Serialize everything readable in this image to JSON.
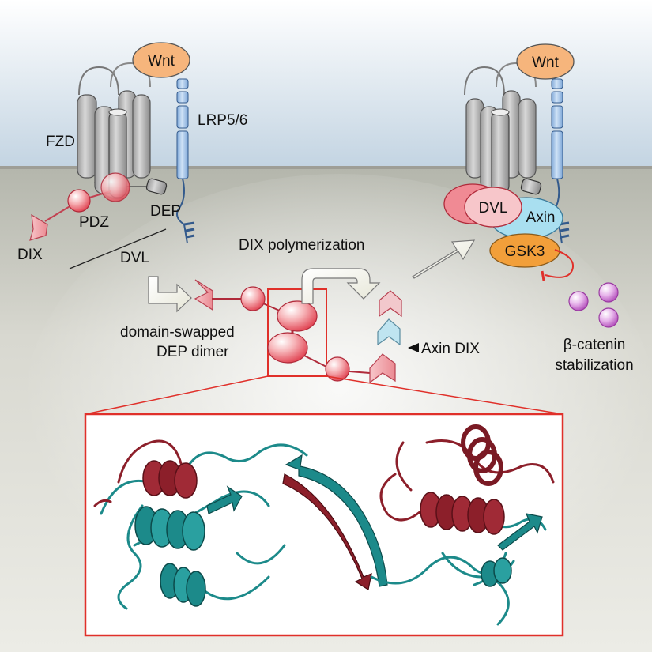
{
  "labels": {
    "wnt_left": "Wnt",
    "wnt_right": "Wnt",
    "lrp": "LRP5/6",
    "fzd": "FZD",
    "dep": "DEP",
    "pdz": "PDZ",
    "dix": "DIX",
    "dvl_left": "DVL",
    "dix_polymerization": "DIX polymerization",
    "domain_swapped_line1": "domain-swapped",
    "domain_swapped_line2": "DEP dimer",
    "axin_dix": "Axin DIX",
    "dvl_right": "DVL",
    "axin": "Axin",
    "gsk3": "GSK3",
    "beta_catenin_line1": "β-catenin",
    "beta_catenin_line2": "stabilization"
  },
  "colors": {
    "wnt_fill": "#f6b57c",
    "dvl_red": "#e8364a",
    "dvl_pink": "#f7c6ca",
    "lrp_blue": "#a8c8ec",
    "axin_blue": "#a9dff0",
    "gsk3_orange": "#f29f3a",
    "beta_catenin_purple": "#c060c8",
    "box_red": "#e0302a",
    "protein_teal": "#1c8a8a",
    "protein_maroon": "#8c1f2a"
  }
}
